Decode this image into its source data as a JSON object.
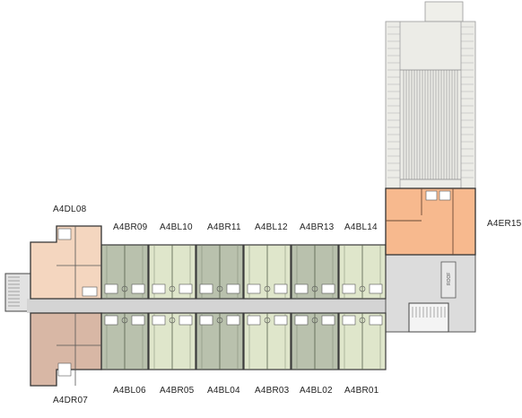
{
  "floorplan": {
    "units_top": [
      {
        "id": "A4DL08",
        "kind": "end-left"
      },
      {
        "id": "A4BR09",
        "kind": "gray"
      },
      {
        "id": "A4BL10",
        "kind": "green"
      },
      {
        "id": "A4BR11",
        "kind": "gray"
      },
      {
        "id": "A4BL12",
        "kind": "green"
      },
      {
        "id": "A4BR13",
        "kind": "gray"
      },
      {
        "id": "A4BL14",
        "kind": "green"
      }
    ],
    "units_bottom": [
      {
        "id": "A4DR07",
        "kind": "end-left"
      },
      {
        "id": "A4BL06",
        "kind": "gray"
      },
      {
        "id": "A4BR05",
        "kind": "green"
      },
      {
        "id": "A4BL04",
        "kind": "gray"
      },
      {
        "id": "A4BR03",
        "kind": "green"
      },
      {
        "id": "A4BL02",
        "kind": "gray"
      },
      {
        "id": "A4BR01",
        "kind": "green"
      }
    ],
    "unit_east": {
      "id": "A4ER15"
    },
    "roof_text": "ROOF",
    "colors": {
      "gray_unit": "#b9c1ad",
      "green_unit": "#dfe6cb",
      "dl_unit": "#f4d6bf",
      "dr_unit": "#d8b7a5",
      "east_unit": "#f7b98e",
      "corridor": "#d4d4d4",
      "wall": "#3a3a3a",
      "roof": "#e9e9e4"
    }
  }
}
